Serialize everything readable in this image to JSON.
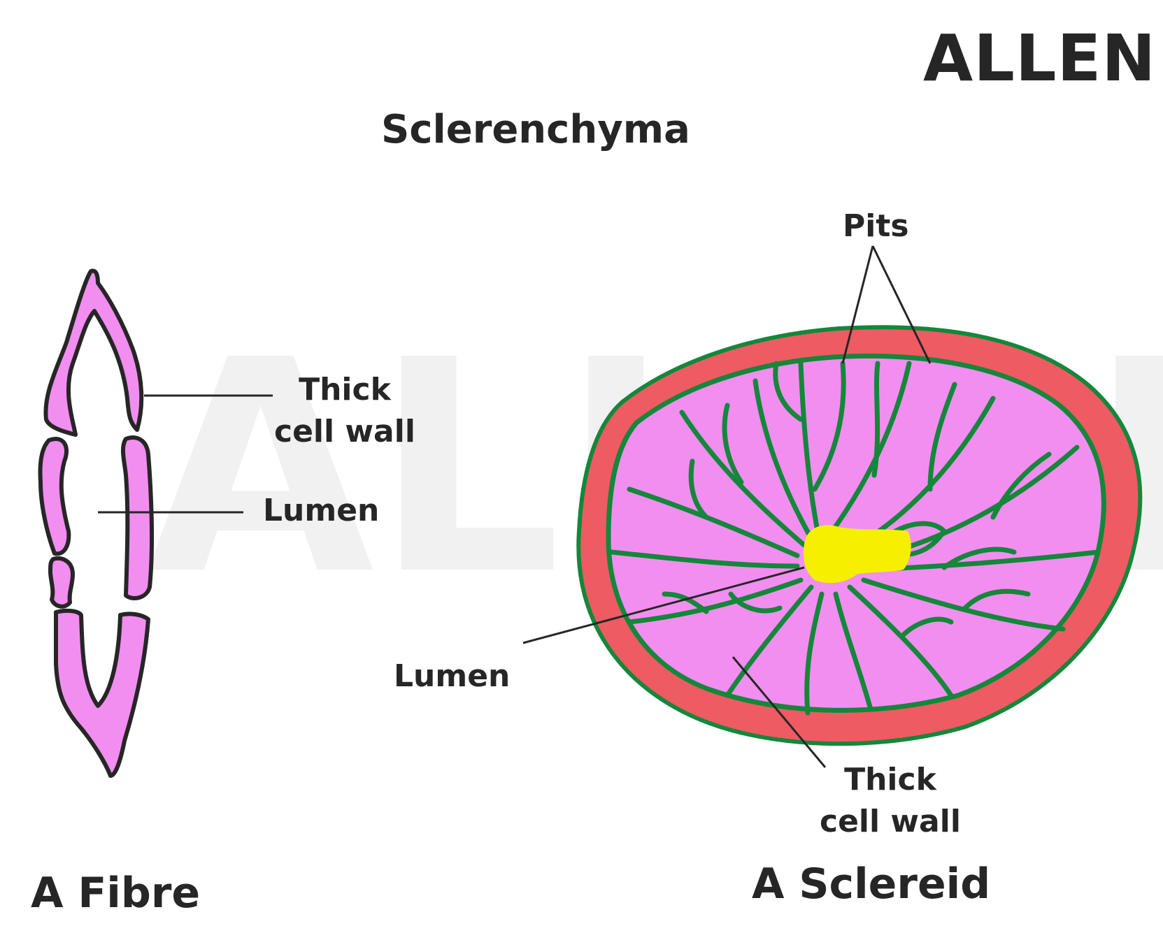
{
  "logo": {
    "text": "ALLEN"
  },
  "title": "Sclerenchyma",
  "fibre": {
    "caption": "A Fibre",
    "label_wall_line1": "Thick",
    "label_wall_line2": "cell wall",
    "label_lumen": "Lumen"
  },
  "sclereid": {
    "caption": "A Sclereid",
    "label_pits": "Pits",
    "label_lumen": "Lumen",
    "label_wall_line1": "Thick",
    "label_wall_line2": "cell wall"
  },
  "colors": {
    "cell_wall_pink": "#f28ef0",
    "outline": "#262626",
    "outer_wall_red": "#ee5b63",
    "pit_green": "#14873a",
    "lumen_yellow": "#f5f000",
    "watermark": "#f1f1f1"
  }
}
